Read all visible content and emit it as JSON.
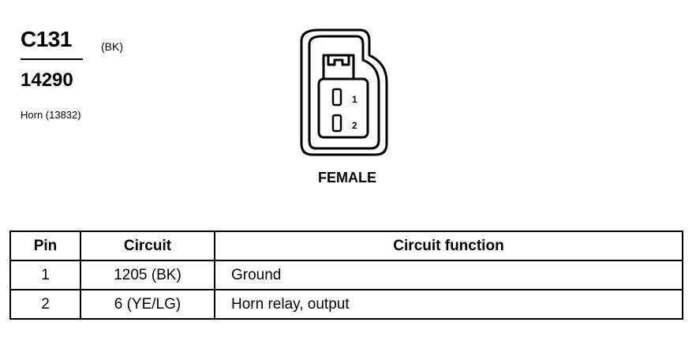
{
  "connector": {
    "id": "C131",
    "color_code": "(BK)",
    "part_number": "14290",
    "component": "Horn (13832)",
    "gender": "FEMALE",
    "terminal_labels": [
      "1",
      "2"
    ]
  },
  "pinout_table": {
    "headers": [
      "Pin",
      "Circuit",
      "Circuit function"
    ],
    "rows": [
      {
        "pin": "1",
        "circuit": "1205 (BK)",
        "function": "Ground"
      },
      {
        "pin": "2",
        "circuit": "6 (YE/LG)",
        "function": "Horn relay, output"
      }
    ]
  }
}
